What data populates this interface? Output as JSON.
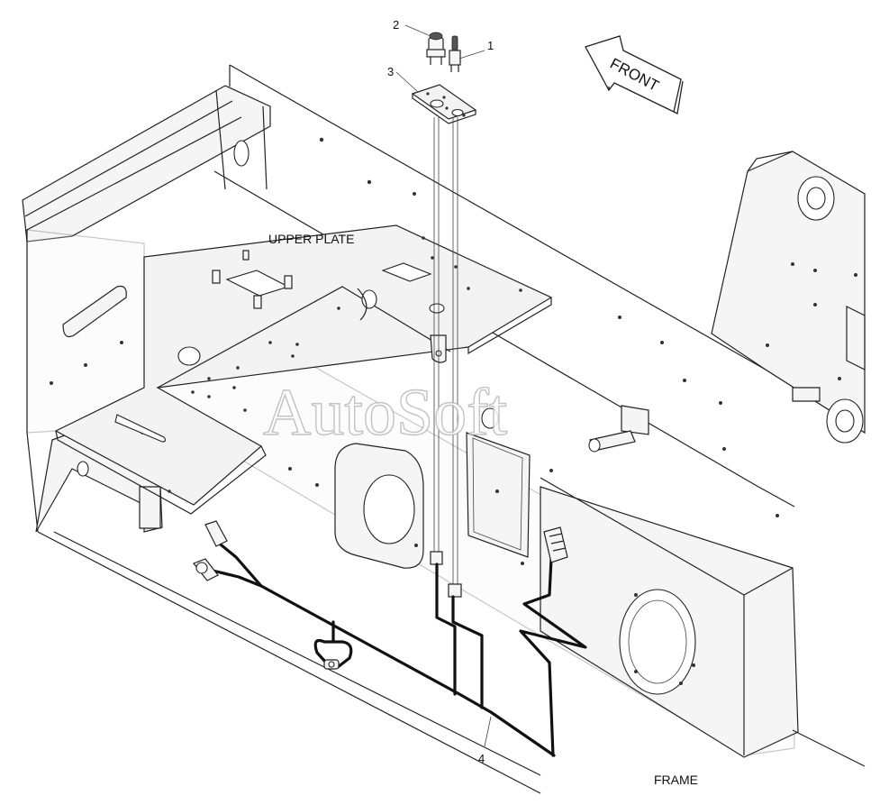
{
  "labels": {
    "upper_plate": "UPPER PLATE",
    "frame": "FRAME",
    "front": "FRONT"
  },
  "callouts": [
    "1",
    "2",
    "3",
    "4"
  ],
  "watermark": "AutoSoft"
}
